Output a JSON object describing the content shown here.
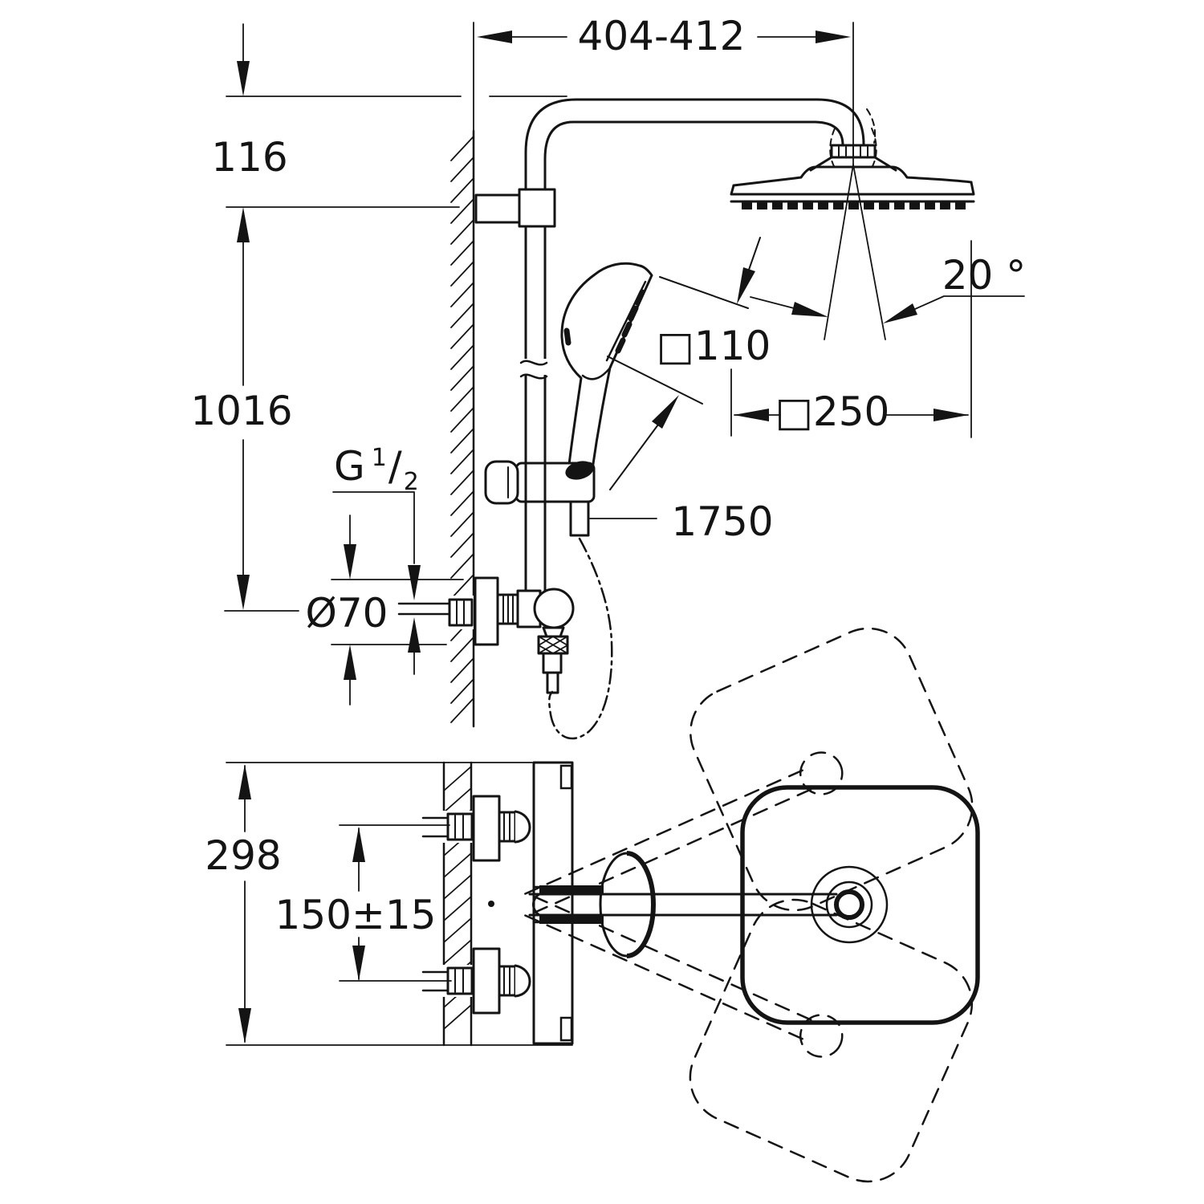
{
  "title": "Shower system dimensional drawing",
  "colors": {
    "background": "#ffffff",
    "line": "#141414"
  },
  "side_view": {
    "dim_width_top": "404-412",
    "dim_wall_offset": "116",
    "dim_height": "1016",
    "thread_label": {
      "base": "G",
      "sup": "1",
      "slash": "/",
      "sub": "2"
    },
    "dim_escutcheon": "Ø70",
    "dim_spray_angle": "20 °",
    "dim_hand_shower": "□110",
    "dim_head_shower": "□250",
    "dim_hose_length": "1750"
  },
  "top_view": {
    "dim_body_width": "298",
    "dim_supply_distance": "150±15"
  }
}
